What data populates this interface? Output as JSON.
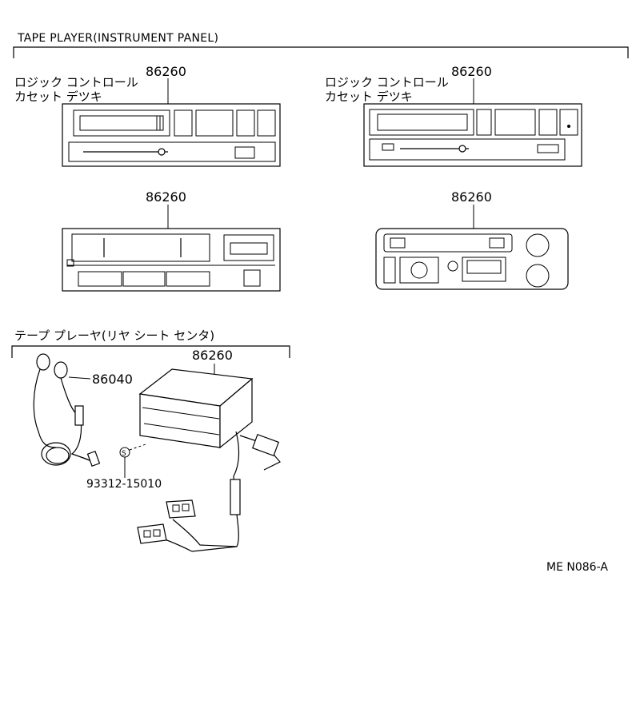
{
  "sections": {
    "instrument_panel_title": "TAPE  PLAYER(INSTRUMENT  PANEL)",
    "rear_seat_title": "テープ  プレーヤ(リヤ  シート  センタ)"
  },
  "callouts": {
    "unit_a": {
      "part": "86260",
      "name_line1": "ロジック  コントロール",
      "name_line2": "カセット  デツキ"
    },
    "unit_b": {
      "part": "86260",
      "name_line1": "ロジック  コントロール",
      "name_line2": "カセット  デツキ"
    },
    "unit_c": {
      "part": "86260"
    },
    "unit_d": {
      "part": "86260"
    },
    "rear_unit": {
      "part": "86260"
    },
    "headphones": {
      "part": "86040"
    },
    "screw": {
      "symbol": "S",
      "part": "93312-15010"
    }
  },
  "diagram_code": "ME N086-A"
}
